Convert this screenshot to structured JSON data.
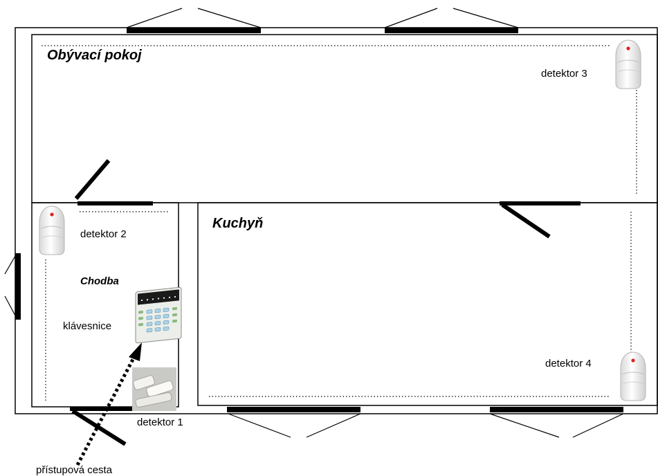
{
  "rooms": {
    "living_room": "Obývací pokoj",
    "kitchen": "Kuchyň",
    "hallway": "Chodba"
  },
  "devices": {
    "detector_1": "detektor 1",
    "detector_2": "detektor 2",
    "detector_3": "detektor 3",
    "detector_4": "detektor 4",
    "keypad": "klávesnice"
  },
  "access_path": "přístupová cesta",
  "colors": {
    "wall": "#000000",
    "detector_body": "#f2f2f2",
    "detector_led": "#e02020",
    "keypad_body": "#ecefe9",
    "keypad_screen": "#1a1a1a",
    "sensor_bg": "#c9c9c6"
  }
}
